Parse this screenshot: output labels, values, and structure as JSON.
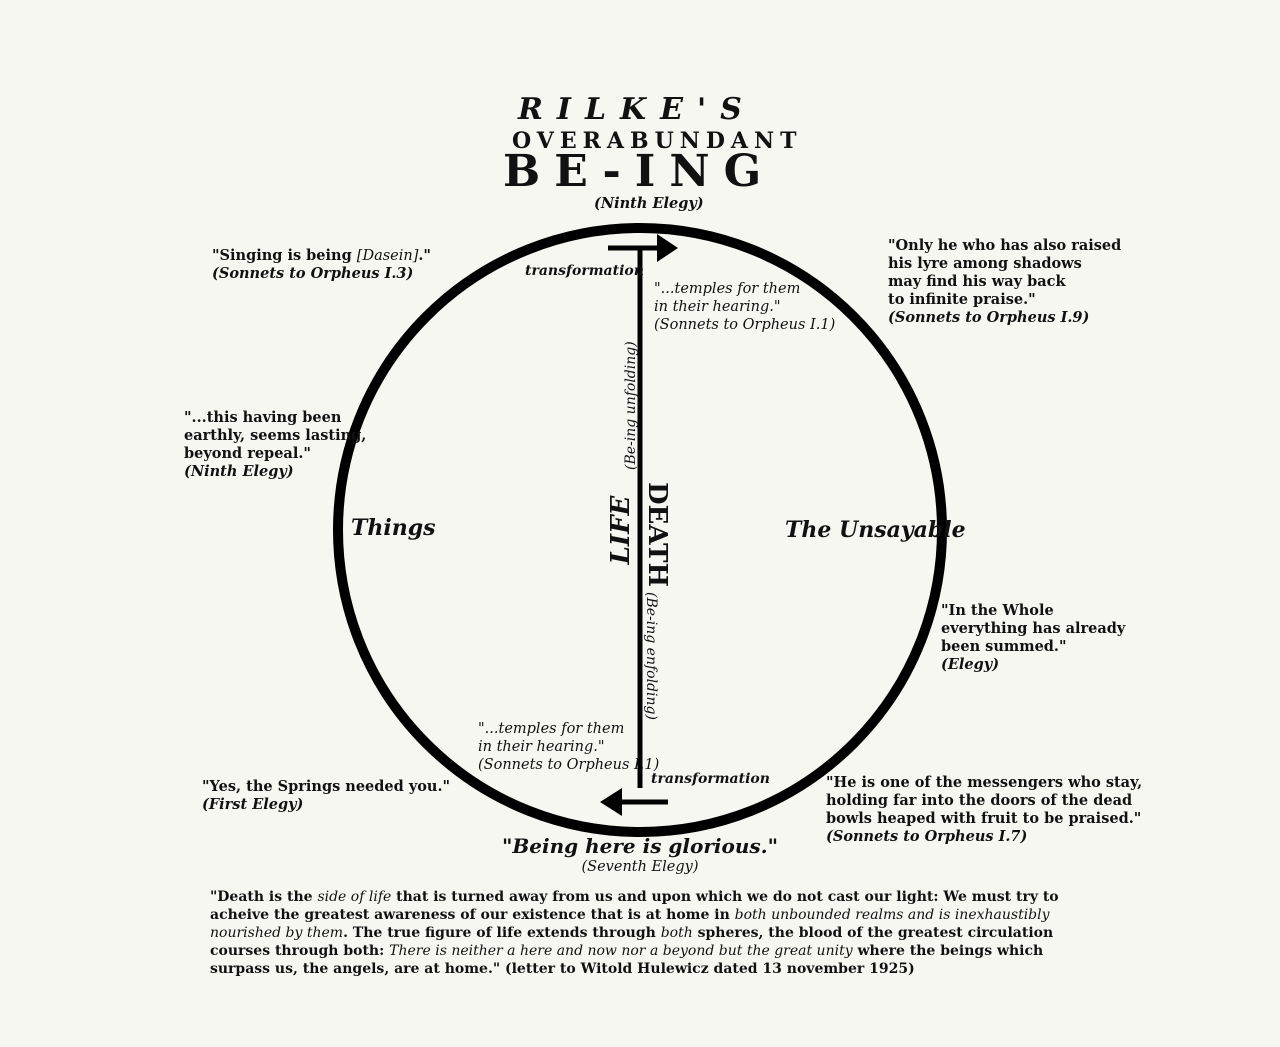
{
  "title": {
    "line1": "RILKE'S",
    "line2": "OVERABUNDANT",
    "line3": "BE-ING",
    "source": "(Ninth Elegy)"
  },
  "center": {
    "life": "LIFE",
    "death": "DEATH",
    "unfolding": "(Be-ing unfolding)",
    "enfolding": "(Be-ing enfolding)",
    "transformation_top": "transformation",
    "transformation_bottom": "transformation"
  },
  "poles": {
    "left": "Things",
    "right": "The Unsayable"
  },
  "inner_quotes": {
    "top": {
      "l1": "\"...temples for them",
      "l2": "in their hearing.\"",
      "src": "(Sonnets to Orpheus I.1)"
    },
    "bottom": {
      "l1": "\"...temples for them",
      "l2": "in their hearing.\"",
      "src": "(Sonnets to Orpheus I.1)"
    }
  },
  "quotes": {
    "singing": {
      "text_a": "\"Singing is being ",
      "text_b": "[Dasein]",
      "text_c": ".\"",
      "src": "(Sonnets to Orpheus I.3)"
    },
    "earthly": {
      "l1": "\"...this having been",
      "l2": "earthly, seems lasting,",
      "l3": "beyond repeal.\"",
      "src": "(Ninth Elegy)"
    },
    "springs": {
      "l1": "\"Yes, the Springs needed you.\"",
      "src": "(First Elegy)"
    },
    "lyre": {
      "l1": "\"Only he who has also raised",
      "l2": "his lyre among shadows",
      "l3": "may find his way back",
      "l4": "to infinite praise.\"",
      "src": "(Sonnets to Orpheus I.9)"
    },
    "whole": {
      "l1": "\"In the Whole",
      "l2": "everything has already",
      "l3": "been summed.\"",
      "src": "(Elegy)"
    },
    "messengers": {
      "l1": "\"He is one of the messengers who stay,",
      "l2": "holding far into the doors of the dead",
      "l3": "bowls heaped with fruit to be praised.\"",
      "src": "(Sonnets to Orpheus I.7)"
    }
  },
  "glorious": {
    "text": "\"Being here is glorious.\"",
    "src": "(Seventh Elegy)"
  },
  "letter": {
    "p1": "\"Death is the ",
    "p1i": "side of life",
    "p2": " that is turned away from us and upon which we do not cast our light: We must try to acheive the greatest awareness of our existence that is at home in ",
    "p2i": "both unbounded realms and is inexhaustibly nourished by them",
    "p3": ". The true figure of life extends through ",
    "p3i": "both",
    "p4": " spheres, the blood of the greatest circulation courses through both: ",
    "p4i": "There is neither a here and now nor a beyond but the great unity",
    "p5": " where the beings which surpass us, the angels, are at home.\" (letter to Witold Hulewicz dated 13 november 1925)"
  }
}
